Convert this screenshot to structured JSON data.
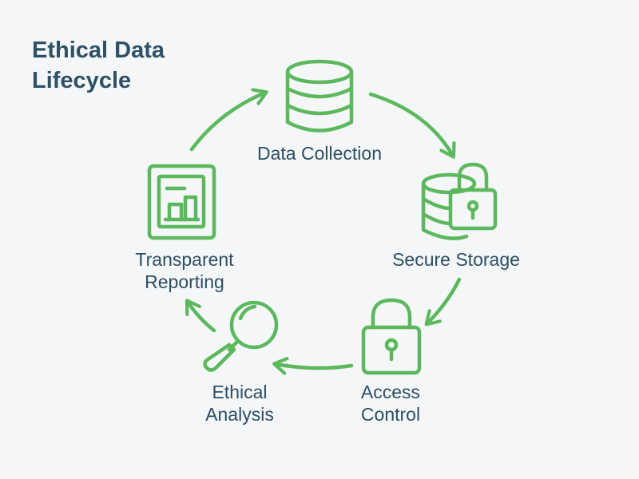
{
  "title_line1": "Ethical Data",
  "title_line2": "Lifecycle",
  "accent_color": "#5cb85c",
  "text_color": "#2d4e63",
  "stages": [
    {
      "id": "data-collection",
      "icon": "database-icon",
      "label_lines": [
        "Data Collection"
      ]
    },
    {
      "id": "secure-storage",
      "icon": "database-lock-icon",
      "label_lines": [
        "Secure Storage"
      ]
    },
    {
      "id": "access-control",
      "icon": "padlock-icon",
      "label_lines": [
        "Access",
        "Control"
      ]
    },
    {
      "id": "ethical-analysis",
      "icon": "magnifier-icon",
      "label_lines": [
        "Ethical",
        "Analysis"
      ]
    },
    {
      "id": "transparent-reporting",
      "icon": "report-chart-icon",
      "label_lines": [
        "Transparent",
        "Reporting"
      ]
    }
  ]
}
